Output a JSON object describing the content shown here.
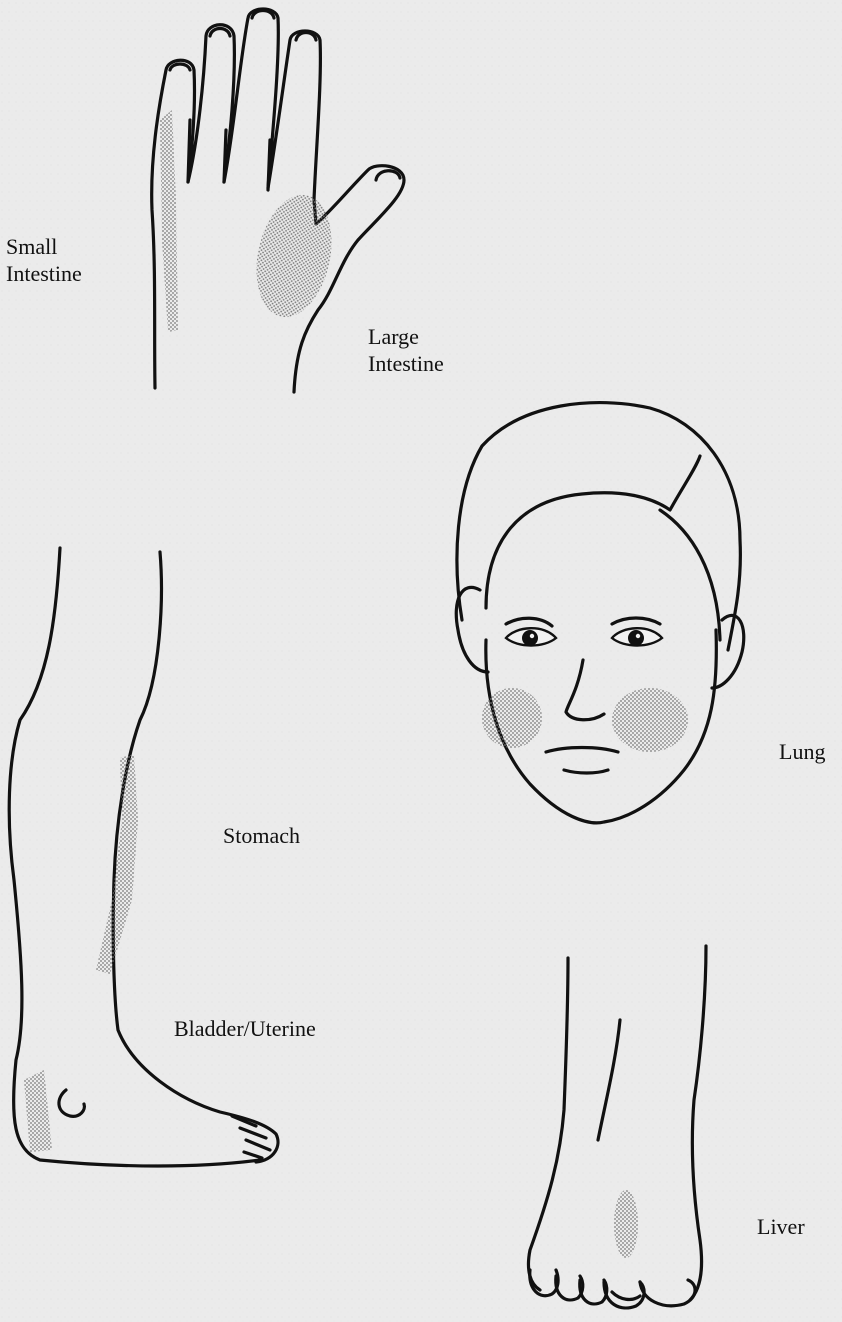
{
  "labels": {
    "small_intestine": [
      "Small",
      "Intestine"
    ],
    "large_intestine": [
      "Large",
      "Intestine"
    ],
    "lung": "Lung",
    "stomach": "Stomach",
    "bladder_uterine": "Bladder/Uterine",
    "liver": "Liver"
  },
  "colors": {
    "background": "#ebebeb",
    "line": "#111111",
    "shade": "#9a9a9a"
  }
}
